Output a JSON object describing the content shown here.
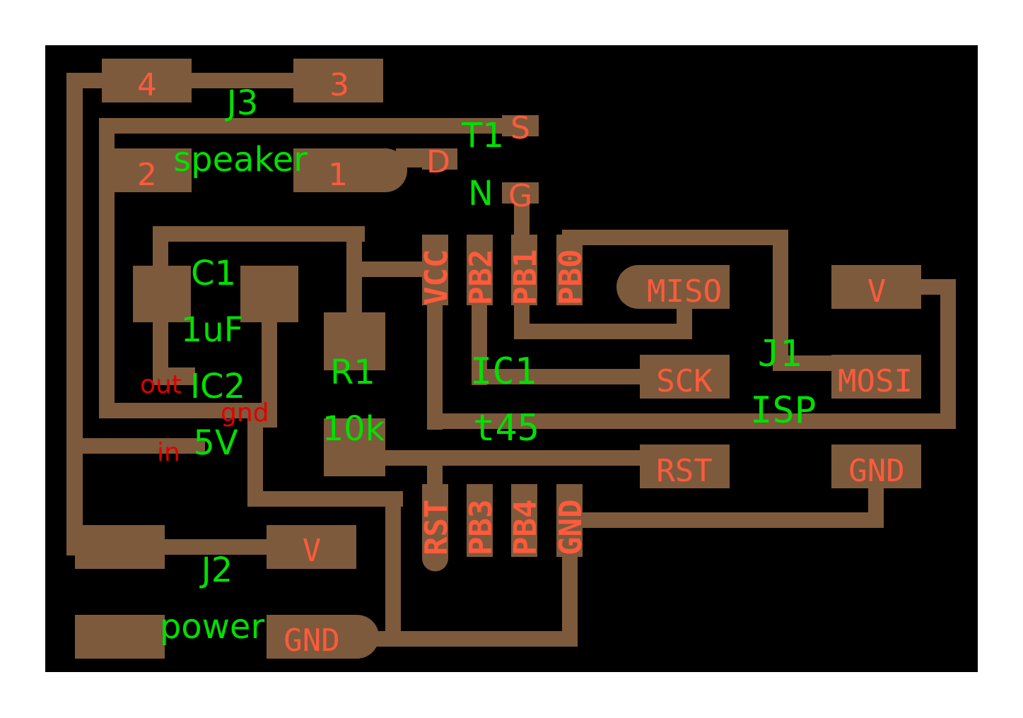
{
  "colors": {
    "board": "#000000",
    "copper": "#7D5A3C",
    "silk_green": "#00E000",
    "silk_green_on_copper": "#7FF23A",
    "pad_label": "#FF5A3C",
    "pad_label_on_black": "#E00000"
  },
  "components": {
    "J3": {
      "ref": "J3",
      "value": "speaker",
      "pins": [
        "1",
        "2",
        "3",
        "4"
      ]
    },
    "T1": {
      "ref": "T1",
      "value": "N",
      "pins": [
        "S",
        "D",
        "G"
      ]
    },
    "C1": {
      "ref": "C1",
      "value": "1uF"
    },
    "IC2": {
      "ref": "IC2",
      "value": "5V",
      "pins": [
        "out",
        "gnd",
        "in"
      ]
    },
    "R1": {
      "ref": "R1",
      "value": "10k"
    },
    "IC1": {
      "ref": "IC1",
      "value": "t45",
      "pins_top": [
        "VCC",
        "PB2",
        "PB1",
        "PB0"
      ],
      "pins_bottom": [
        "RST",
        "PB3",
        "PB4",
        "GND"
      ]
    },
    "J1": {
      "ref": "J1",
      "value": "ISP",
      "pins": [
        "MISO",
        "V",
        "SCK",
        "MOSI",
        "RST",
        "GND"
      ]
    },
    "J2": {
      "ref": "J2",
      "value": "power",
      "pins": [
        "V",
        "GND"
      ]
    }
  }
}
